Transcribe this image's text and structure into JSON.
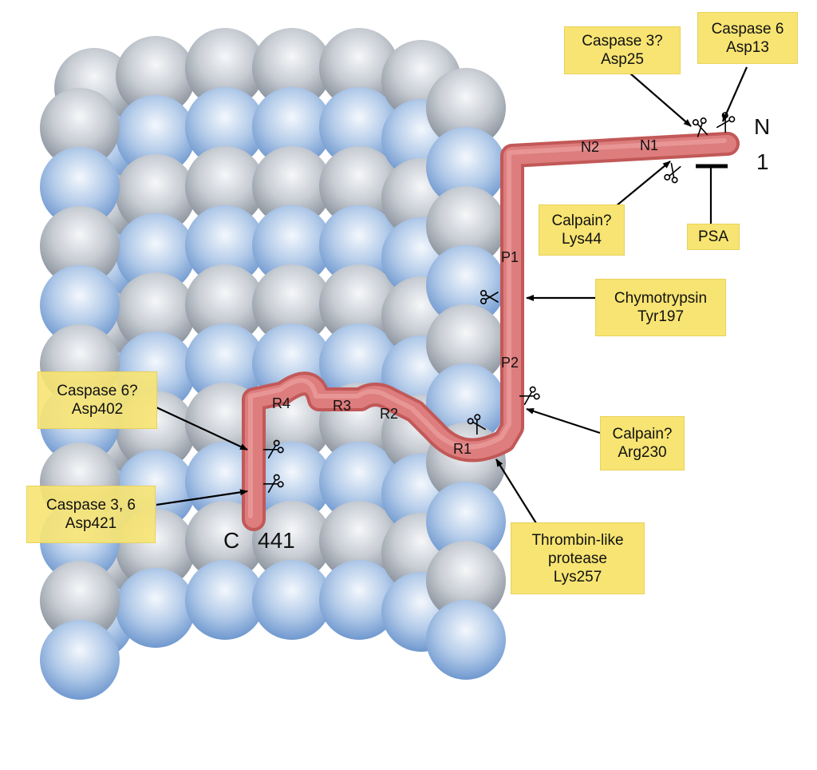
{
  "diagram": {
    "colors": {
      "background": "#ffffff",
      "sphere_blue": "#7fa6d6",
      "sphere_grey": "#9aa1aa",
      "tau_chain": "#d96f6f",
      "callout_fill": "#f7e472"
    },
    "terminals": {
      "n_label": "N",
      "n_number": "1",
      "c_label": "C",
      "c_number": "441"
    },
    "domains": {
      "n2": "N2",
      "n1": "N1",
      "p1": "P1",
      "p2": "P2",
      "r1": "R1",
      "r2": "R2",
      "r3": "R3",
      "r4": "R4"
    },
    "icons": {
      "cleavage": "scissors-icon",
      "psa_marker": "t-bar-icon"
    },
    "callouts": {
      "caspase3_asp25": {
        "line1": "Caspase 3?",
        "line2": "Asp25"
      },
      "caspase6_asp13": {
        "line1": "Caspase 6",
        "line2": "Asp13"
      },
      "calpain_lys44": {
        "line1": "Calpain?",
        "line2": "Lys44"
      },
      "psa": {
        "line1": "PSA"
      },
      "chymotrypsin_tyr197": {
        "line1": "Chymotrypsin",
        "line2": "Tyr197"
      },
      "calpain_arg230": {
        "line1": "Calpain?",
        "line2": "Arg230"
      },
      "thrombin_lys257": {
        "line1": "Thrombin-like",
        "line2": "protease",
        "line3": "Lys257"
      },
      "caspase6_asp402": {
        "line1": "Caspase 6?",
        "line2": "Asp402"
      },
      "caspase36_asp421": {
        "line1": "Caspase 3, 6",
        "line2": "Asp421"
      }
    }
  }
}
